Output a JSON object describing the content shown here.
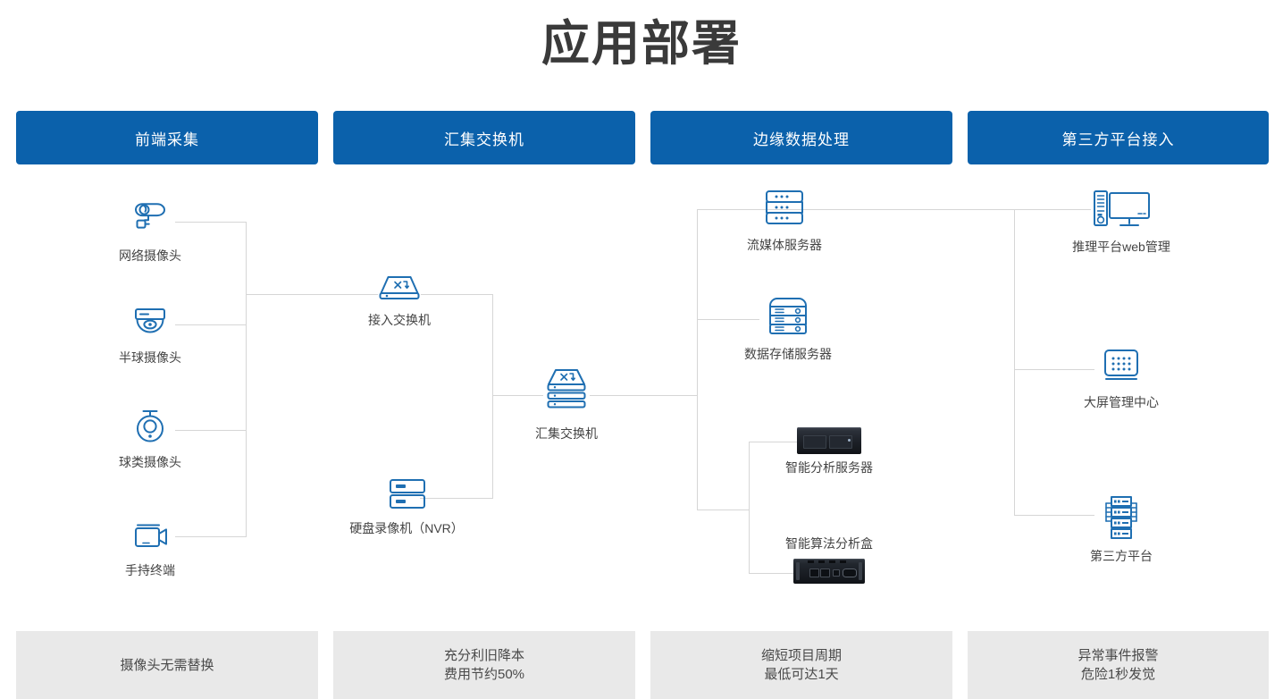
{
  "page": {
    "title": "应用部署"
  },
  "columns": [
    {
      "id": "front-end-collection",
      "header": "前端采集",
      "benefit_lines": [
        "摄像头无需替换"
      ]
    },
    {
      "id": "aggregation-switch",
      "header": "汇集交换机",
      "benefit_lines": [
        "充分利旧降本",
        "费用节约50%"
      ]
    },
    {
      "id": "edge-data-processing",
      "header": "边缘数据处理",
      "benefit_lines": [
        "缩短项目周期",
        "最低可达1天"
      ]
    },
    {
      "id": "third-party-platform-access",
      "header": "第三方平台接入",
      "benefit_lines": [
        "异常事件报警",
        "危险1秒发觉"
      ]
    }
  ],
  "nodes": {
    "network_camera": {
      "label": "网络摄像头",
      "icon": "bullet-camera-icon"
    },
    "dome_camera": {
      "label": "半球摄像头",
      "icon": "dome-camera-icon"
    },
    "ptz_camera": {
      "label": "球类摄像头",
      "icon": "ball-camera-icon"
    },
    "handheld_terminal": {
      "label": "手持终端",
      "icon": "camcorder-icon"
    },
    "access_switch": {
      "label": "接入交换机",
      "icon": "switch-icon"
    },
    "nvr": {
      "label": "硬盘录像机（NVR）",
      "icon": "nvr-icon"
    },
    "aggregation_switch": {
      "label": "汇集交换机",
      "icon": "stacked-switch-icon"
    },
    "streaming_server": {
      "label": "流媒体服务器",
      "icon": "rack-server-icon"
    },
    "storage_server": {
      "label": "数据存储服务器",
      "icon": "storage-server-icon"
    },
    "analysis_server": {
      "label": "智能分析服务器",
      "icon": "rackmount-server-photo"
    },
    "algorithm_box": {
      "label": "智能算法分析盒",
      "icon": "edge-analysis-box-photo"
    },
    "web_management": {
      "label": "推理平台web管理",
      "icon": "desktop-computer-icon"
    },
    "video_wall": {
      "label": "大屏管理中心",
      "icon": "video-wall-icon"
    },
    "third_party_platform": {
      "label": "第三方平台",
      "icon": "server-cluster-icon"
    }
  },
  "colors": {
    "header_blue": "#0b61ab",
    "icon_blue": "#1f6fb2",
    "benefit_bg": "#e9e9e9",
    "line_gray": "#d6d6d6",
    "title_gray": "#3a3a3a"
  }
}
